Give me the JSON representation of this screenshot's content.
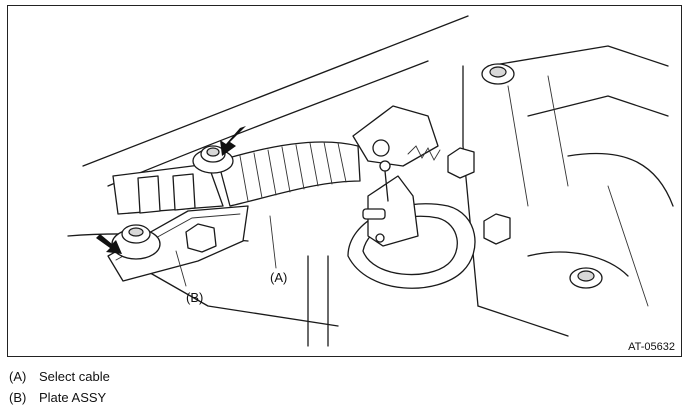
{
  "diagram": {
    "callout_a": "(A)",
    "callout_b": "(B)",
    "reference_code": "AT-05632"
  },
  "legend": [
    {
      "key": "(A)",
      "label": "Select cable"
    },
    {
      "key": "(B)",
      "label": "Plate ASSY"
    }
  ]
}
